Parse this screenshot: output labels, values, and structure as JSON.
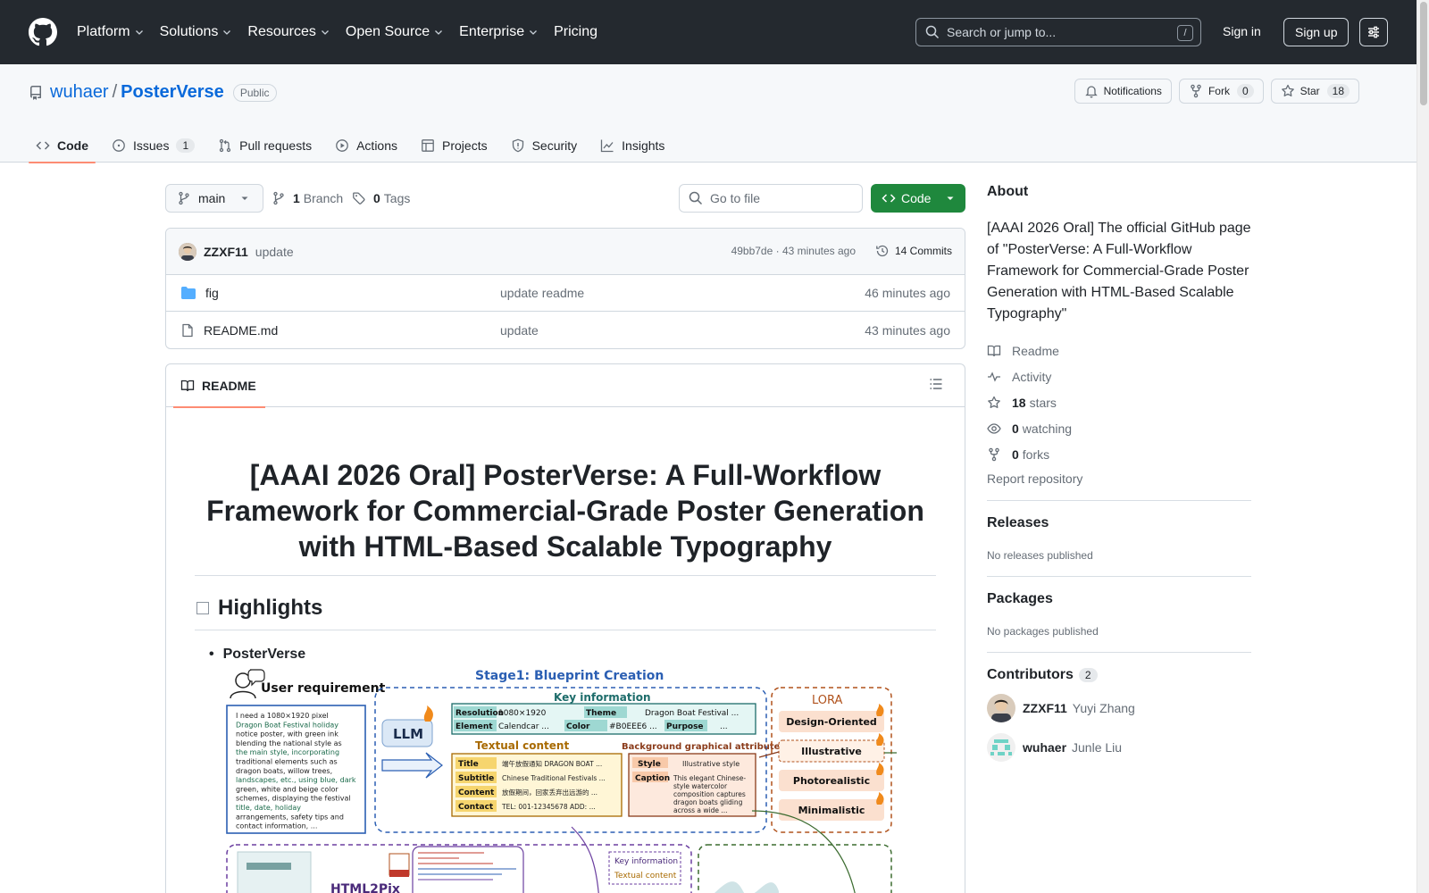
{
  "header": {
    "nav": [
      "Platform",
      "Solutions",
      "Resources",
      "Open Source",
      "Enterprise",
      "Pricing"
    ],
    "nav_dropdown": [
      true,
      true,
      true,
      true,
      true,
      false
    ],
    "search_placeholder": "Search or jump to...",
    "search_shortcut": "/",
    "sign_in": "Sign in",
    "sign_up": "Sign up"
  },
  "repo": {
    "owner": "wuhaer",
    "separator": "/",
    "name": "PosterVerse",
    "visibility": "Public",
    "notifications_label": "Notifications",
    "fork_label": "Fork",
    "fork_count": "0",
    "star_label": "Star",
    "star_count": "18"
  },
  "tabs": [
    {
      "label": "Code",
      "count": ""
    },
    {
      "label": "Issues",
      "count": "1"
    },
    {
      "label": "Pull requests",
      "count": ""
    },
    {
      "label": "Actions",
      "count": ""
    },
    {
      "label": "Projects",
      "count": ""
    },
    {
      "label": "Security",
      "count": ""
    },
    {
      "label": "Insights",
      "count": ""
    }
  ],
  "browser": {
    "branch": "main",
    "branch_count": "1",
    "branch_label": "Branch",
    "tag_count": "0",
    "tag_label": "Tags",
    "goto_placeholder": "Go to file",
    "code_button": "Code",
    "commit": {
      "author": "ZZXF11",
      "message": "update",
      "sha_time": "49bb7de · 43 minutes ago",
      "commits": "14 Commits"
    },
    "files": [
      {
        "name": "fig",
        "type": "folder",
        "message": "update readme",
        "time": "46 minutes ago"
      },
      {
        "name": "README.md",
        "type": "file",
        "message": "update",
        "time": "43 minutes ago"
      }
    ]
  },
  "readme": {
    "tab": "README",
    "title": "[AAAI 2026 Oral] PosterVerse: A Full-Workflow Framework for Commercial-Grade Poster Generation with HTML-Based Scalable Typography",
    "h2": "Highlights",
    "bullet": "PosterVerse",
    "figure": {
      "user_req": "User requirement",
      "user_text": [
        "I need a 1080×1920 pixel",
        "Dragon Boat Festival holiday",
        "notice poster, with green ink",
        "blending the national style as",
        "the main style, incorporating",
        "traditional elements such as",
        "dragon boats, willow trees,",
        "landscapes, etc., using blue, dark",
        "green, white and beige color",
        "schemes, displaying the festival",
        "title, date, holiday",
        "arrangements, safety tips and",
        "contact information, ..."
      ],
      "stage1": "Stage1: Blueprint Creation",
      "llm": "LLM",
      "key_info": "Key information",
      "key_rows": [
        [
          "Resolution",
          "1080×1920",
          "Theme",
          "Dragon Boat Festival ..."
        ],
        [
          "Element",
          "Calendcar ...",
          "Color",
          "#B0EEE6 ...",
          "Purpose",
          "..."
        ]
      ],
      "textual": "Textual content",
      "textual_rows": [
        [
          "Title",
          "端午放假通知   DRAGON BOAT ..."
        ],
        [
          "Subtitle",
          "Chinese Traditional Festivals ..."
        ],
        [
          "Content",
          "放假期间，回家丢弃出远游的 ..."
        ],
        [
          "Contact",
          "TEL: 001-12345678  ADD: ..."
        ]
      ],
      "bg_attr": "Background graphical attributes",
      "style_label": "Style",
      "style_value": "Illustrative style",
      "caption_label": "Caption",
      "caption_value": [
        "This elegant Chinese-",
        "style watercolor",
        "composition captures",
        "dragon boats gliding",
        "across a wide ..."
      ],
      "lora": "LORA",
      "lora_items": [
        "Design-Oriented",
        "Illustrative",
        "Photorealistic",
        "Minimalistic"
      ],
      "bottom_key": "Key information",
      "bottom_text": "Textual content",
      "html2pix": "HTML2Pix"
    }
  },
  "sidebar": {
    "about_title": "About",
    "about_desc": "[AAAI 2026 Oral] The official GitHub page of \"PosterVerse: A Full-Workflow Framework for Commercial-Grade Poster Generation with HTML-Based Scalable Typography\"",
    "links": [
      {
        "icon": "book-icon",
        "strong": "",
        "text": "Readme"
      },
      {
        "icon": "pulse-icon",
        "strong": "",
        "text": "Activity"
      },
      {
        "icon": "star-icon",
        "strong": "18",
        "text": "stars"
      },
      {
        "icon": "eye-icon",
        "strong": "0",
        "text": "watching"
      },
      {
        "icon": "fork-icon",
        "strong": "0",
        "text": "forks"
      }
    ],
    "report": "Report repository",
    "releases_title": "Releases",
    "releases_text": "No releases published",
    "packages_title": "Packages",
    "packages_text": "No packages published",
    "contributors_title": "Contributors",
    "contributors_count": "2",
    "contributors": [
      {
        "login": "ZZXF11",
        "name": "Yuyi Zhang"
      },
      {
        "login": "wuhaer",
        "name": "Junle Liu"
      }
    ]
  }
}
